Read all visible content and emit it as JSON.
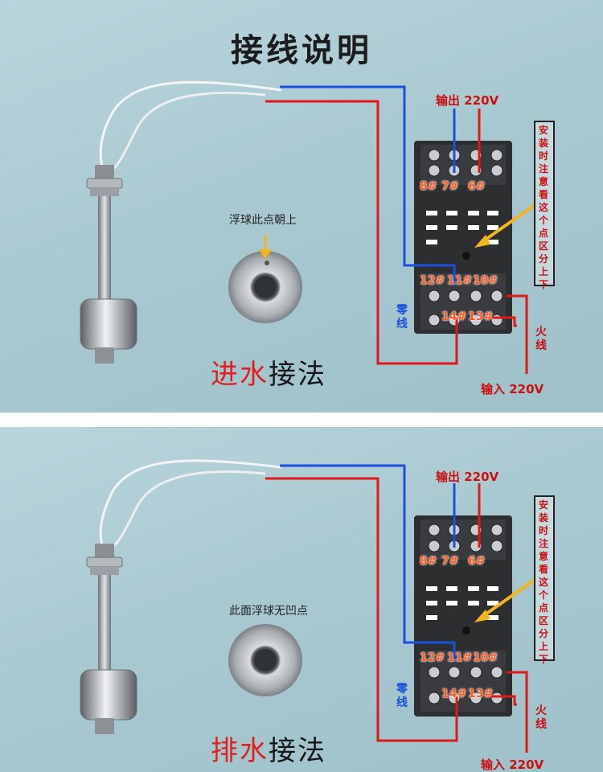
{
  "title": "接线说明",
  "colors": {
    "neutral_wire": "#1a4fe0",
    "live_wire": "#e01818",
    "accent_arrow": "#f2b51d",
    "pin_label": "#ff5a1f"
  },
  "diagram_labels": {
    "output": "输出 220V",
    "input": "输入 220V",
    "neutral": "零线",
    "live": "火线",
    "install_note": "安装时注意看这个点区分上下"
  },
  "pins": {
    "p8": "8#",
    "p7": "7#",
    "p6": "6#",
    "p12": "12#",
    "p11": "11#",
    "p10": "10#",
    "p14": "14#",
    "p13": "13#"
  },
  "panels": [
    {
      "float_note": "浮球此点朝上",
      "mode_red": "进水",
      "mode_black": "接法"
    },
    {
      "float_note": "此面浮球无凹点",
      "mode_red": "排水",
      "mode_black": "接法"
    }
  ]
}
